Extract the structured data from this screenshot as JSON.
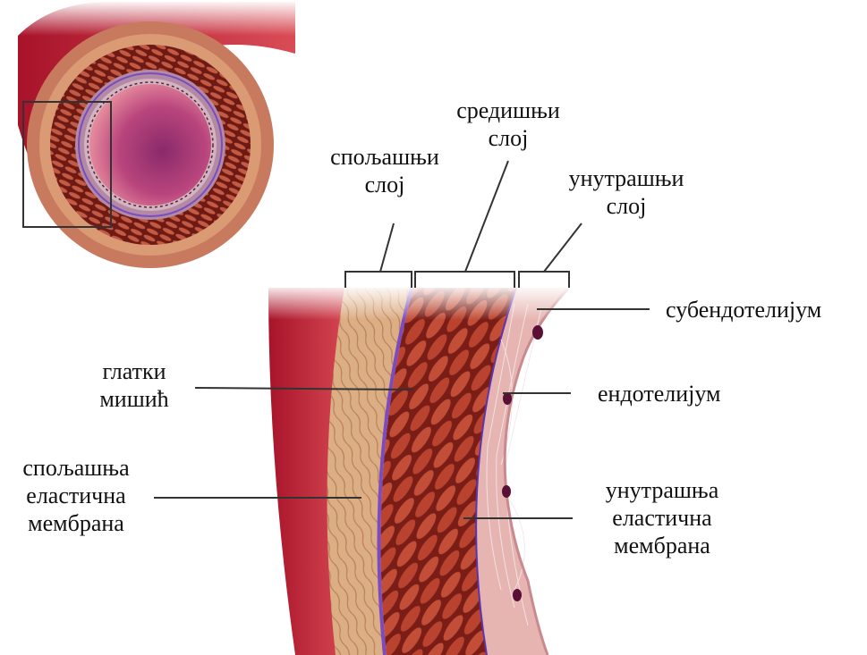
{
  "labels": {
    "outer_layer": [
      "спољашњи",
      "слој"
    ],
    "middle_layer": [
      "средишњи",
      "слој"
    ],
    "inner_layer": [
      "унутрашњи",
      "слој"
    ],
    "subendothelium": "субендотелијум",
    "smooth_muscle": [
      "глатки",
      "мишић"
    ],
    "endothelium": "ендотелијум",
    "external_elastic_membrane": [
      "спољашња",
      "еластична",
      "мембрана"
    ],
    "internal_elastic_membrane": [
      "унутрашња",
      "еластична",
      "мембрана"
    ]
  },
  "colors": {
    "adventitia": "#d9a77f",
    "media_muscle": "#b8452f",
    "intima": "#e9b9b4",
    "lumen": "#9a3d73",
    "elastic_membrane": "#7b4bc2",
    "nucleus": "#5a1035"
  }
}
